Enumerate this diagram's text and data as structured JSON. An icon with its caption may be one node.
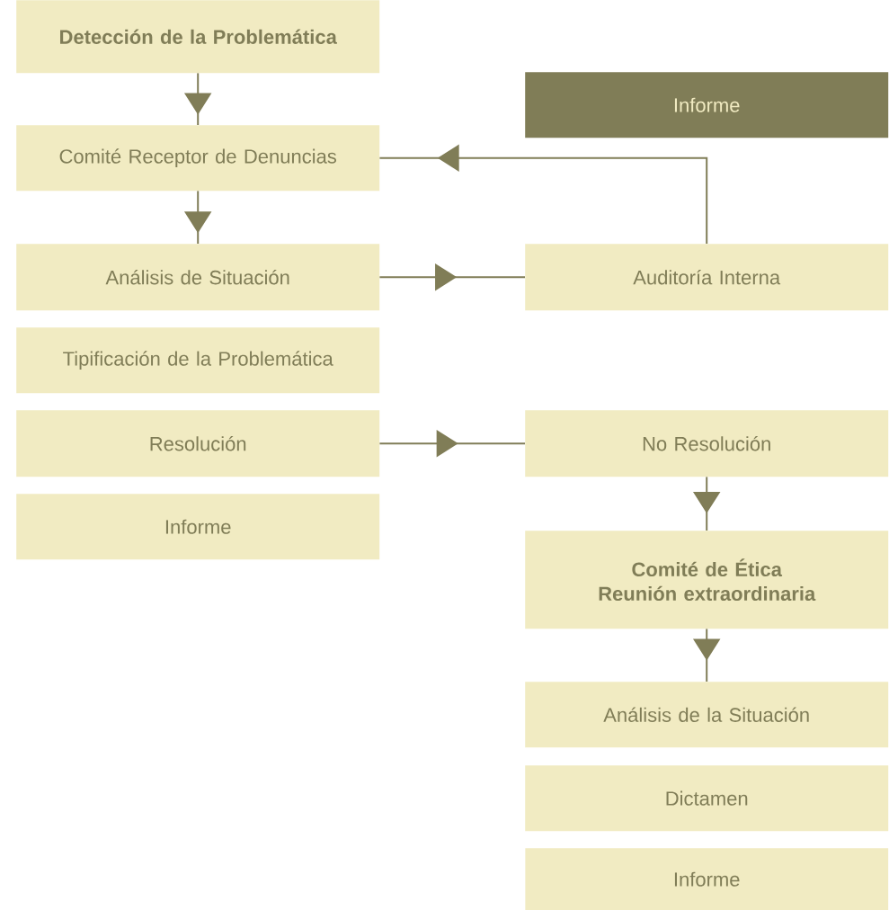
{
  "diagram": {
    "nodes": [
      {
        "text": [
          "Detección de la Problemática"
        ]
      },
      {
        "text": [
          "Informe"
        ]
      },
      {
        "text": [
          "Comité Receptor de Denuncias"
        ]
      },
      {
        "text": [
          "Análisis de Situación"
        ]
      },
      {
        "text": [
          "Auditoría Interna"
        ]
      },
      {
        "text": [
          "Tipificación de la Problemática"
        ]
      },
      {
        "text": [
          "Resolución"
        ]
      },
      {
        "text": [
          "No Resolución"
        ]
      },
      {
        "text": [
          "Informe"
        ]
      },
      {
        "text": [
          "Comité de Ética Reunión extraordinaria"
        ]
      },
      {
        "text": [
          "Análisis de la Situación"
        ]
      },
      {
        "text": [
          "Dictamen"
        ]
      },
      {
        "text": [
          "Informe"
        ]
      }
    ],
    "edges": [
      {
        "from": 0,
        "to": 2,
        "arrow": "to"
      },
      {
        "from": 2,
        "to": 3,
        "arrow": "to"
      },
      {
        "from": 3,
        "to": 4,
        "arrow": "to"
      },
      {
        "from": 4,
        "to": 2,
        "arrow": "to"
      },
      {
        "from": 6,
        "to": 7,
        "arrow": "to"
      },
      {
        "from": 7,
        "to": 9,
        "arrow": "to"
      },
      {
        "from": 9,
        "to": 10,
        "arrow": "to"
      }
    ]
  }
}
